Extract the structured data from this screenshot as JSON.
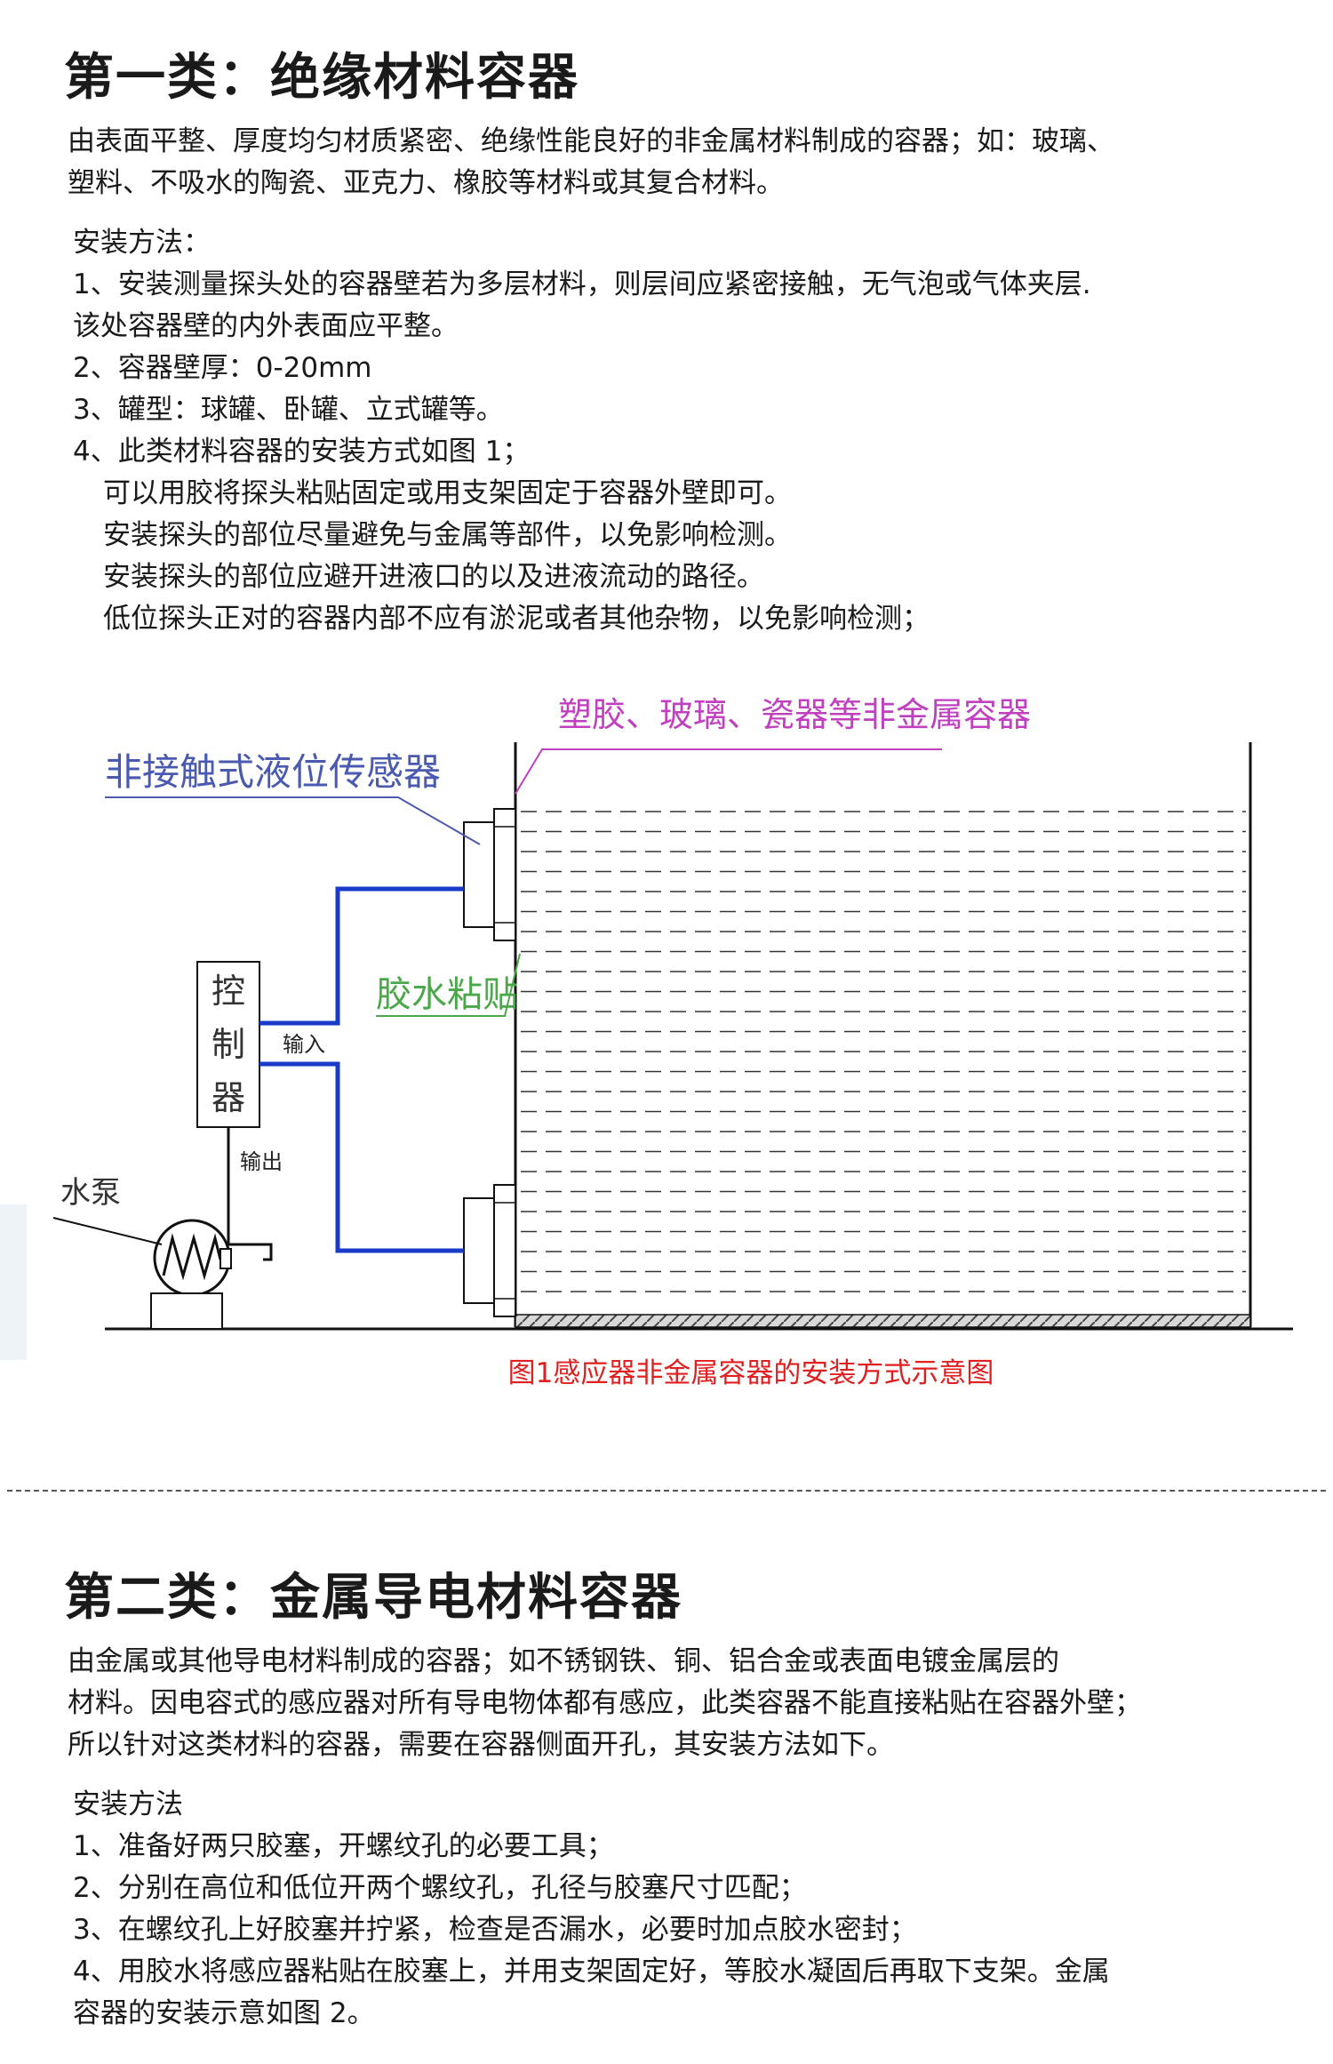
{
  "section1": {
    "title": "第一类：绝缘材料容器",
    "intro": [
      "由表面平整、厚度均匀材质紧密、绝缘性能良好的非金属材料制成的容器；如：玻璃、",
      "塑料、不吸水的陶瓷、亚克力、橡胶等材料或其复合材料。"
    ],
    "method_heading": "安装方法：",
    "steps": [
      "1、安装测量探头处的容器壁若为多层材料，则层间应紧密接触，无气泡或气体夹层.",
      "该处容器壁的内外表面应平整。",
      "2、容器壁厚：0-20mm",
      "3、罐型：球罐、卧罐、立式罐等。",
      "4、此类材料容器的安装方式如图 1；"
    ],
    "sub_steps": [
      "可以用胶将探头粘贴固定或用支架固定于容器外壁即可。",
      "安装探头的部位尽量避免与金属等部件，以免影响检测。",
      "安装探头的部位应避开进液口的以及进液流动的路径。",
      "低位探头正对的容器内部不应有淤泥或者其他杂物，以免影响检测；"
    ]
  },
  "figure1": {
    "label_container": "塑胶、玻璃、瓷器等非金属容器",
    "label_sensor": "非接触式液位传感器",
    "label_glue": "胶水粘贴",
    "controller_chars": [
      "控",
      "制",
      "器"
    ],
    "label_input": "输入",
    "label_output": "输出",
    "label_pump": "水泵",
    "caption": "图1感应器非金属容器的安装方式示意图",
    "colors": {
      "container_label": "#c040c0",
      "sensor_label": "#4a5ab0",
      "glue_label": "#4aa84a",
      "wire": "#1a3ac8",
      "caption": "#e02020"
    }
  },
  "section2": {
    "title": "第二类：金属导电材料容器",
    "intro": [
      "由金属或其他导电材料制成的容器；如不锈钢铁、铜、铝合金或表面电镀金属层的",
      "材料。因电容式的感应器对所有导电物体都有感应，此类容器不能直接粘贴在容器外壁；",
      "所以针对这类材料的容器，需要在容器侧面开孔，其安装方法如下。"
    ],
    "method_heading": "安装方法",
    "steps": [
      "1、准备好两只胶塞，开螺纹孔的必要工具；",
      "2、分别在高位和低位开两个螺纹孔，孔径与胶塞尺寸匹配；",
      "3、在螺纹孔上好胶塞并拧紧，检查是否漏水，必要时加点胶水密封；",
      "4、用胶水将感应器粘贴在胶塞上，并用支架固定好，等胶水凝固后再取下支架。金属",
      "容器的安装示意如图 2。"
    ]
  }
}
